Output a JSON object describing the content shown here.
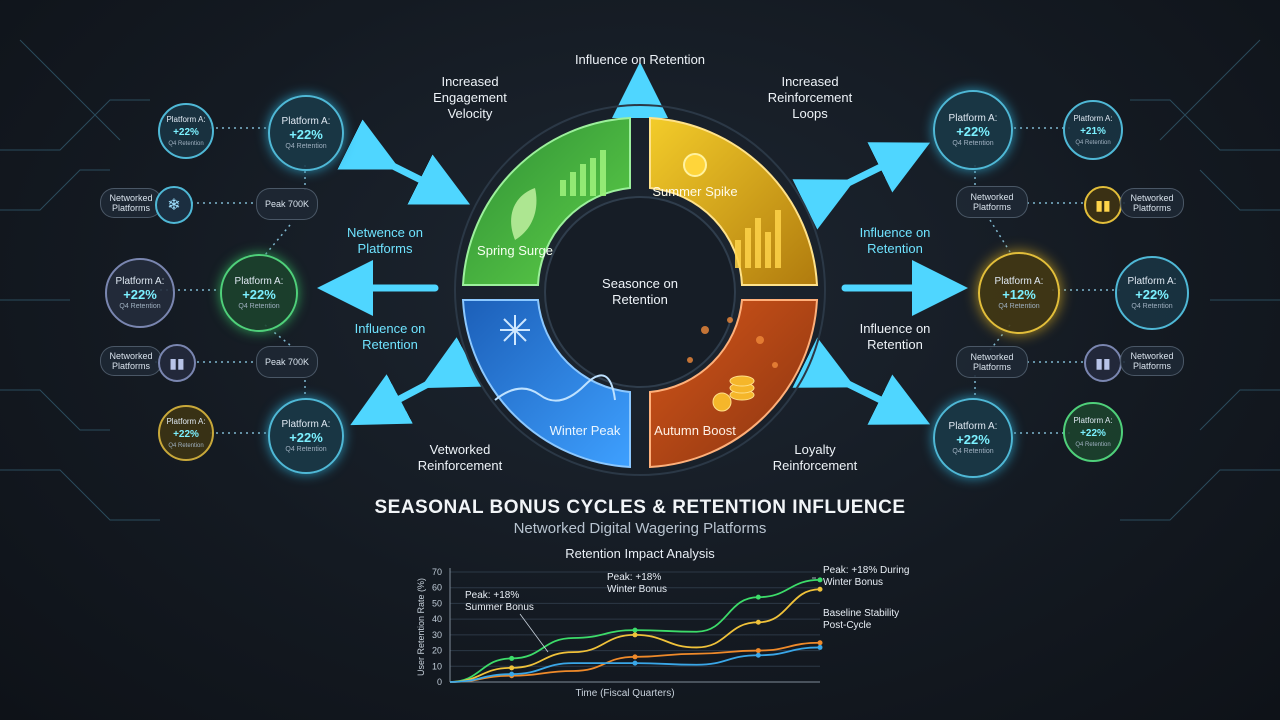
{
  "center": {
    "label": "Seasonce on Retention"
  },
  "segments": {
    "spring": "Spring Surge",
    "summer": "Summer Spike",
    "winter": "Winter Peak",
    "autumn": "Autumn Boost"
  },
  "labels": {
    "top": "Influence on Retention",
    "engagement": "Increased Engagement Velocity",
    "reinforcement_loops": "Increased Reinforcement Loops",
    "networked_reinforcement": "Vetworked Reinforcement",
    "loyalty": "Loyalty Reinforcement",
    "left_mid_upper": "Netwence on Platforms",
    "left_mid_lower": "Influence on Retention",
    "right_mid_upper": "Influence on Retention",
    "right_mid_lower": "Influence on Retention"
  },
  "left_nodes": [
    {
      "title": "Platform A:",
      "value": "+22%",
      "sub": "Q4 Retention"
    },
    {
      "title": "Platform A:",
      "value": "+22%",
      "sub": "Q4 Retention"
    },
    {
      "title": "Platform A:",
      "value": "+22%",
      "sub": "Q4 Retention"
    },
    {
      "title": "Platform A:",
      "value": "+22%",
      "sub": "Q4 Retention"
    },
    {
      "title": "Platform A:",
      "value": "+22%",
      "sub": "Q4 Retention"
    },
    {
      "title": "Platform A:",
      "value": "+22%",
      "sub": "Q4 Retention"
    }
  ],
  "left_pills": [
    {
      "text": "Networked Platforms"
    },
    {
      "text": "Peak 700K"
    },
    {
      "text": "Networked Platforms"
    },
    {
      "text": "Peak 700K"
    }
  ],
  "right_nodes": [
    {
      "title": "Platform A:",
      "value": "+22%",
      "sub": "Q4 Retention"
    },
    {
      "title": "Platform A:",
      "value": "+21%",
      "sub": "Q4 Retention"
    },
    {
      "title": "Platform A:",
      "value": "+12%",
      "sub": "Q4 Retention"
    },
    {
      "title": "Platform A:",
      "value": "+22%",
      "sub": "Q4 Retention"
    },
    {
      "title": "Platform A:",
      "value": "+22%",
      "sub": "Q4 Retention"
    },
    {
      "title": "Platform A:",
      "value": "+22%",
      "sub": "Q4 Retention"
    }
  ],
  "right_pills": [
    {
      "text": "Networked Platforms"
    },
    {
      "text": "Networked Platforms"
    },
    {
      "text": "Networked Platforms"
    },
    {
      "text": "Networked Platforms"
    }
  ],
  "heading": {
    "title": "SEASONAL BONUS CYCLES & RETENTION INFLUENCE",
    "subtitle": "Networked Digital Wagering Platforms"
  },
  "colors": {
    "spring": "#3fbf4a",
    "summer": "#e8b21c",
    "winter": "#2a78d8",
    "autumn": "#e2661c",
    "accent": "#4fd6ff"
  },
  "chart_data": {
    "type": "line",
    "title": "Retention Impact Analysis",
    "xlabel": "Time (Fiscal Quarters)",
    "ylabel": "User Retention Rate (%)",
    "ylim": [
      0,
      70
    ],
    "yticks": [
      0,
      10,
      20,
      30,
      40,
      50,
      60,
      70
    ],
    "x": [
      0,
      1,
      2,
      3,
      4,
      5,
      6
    ],
    "series": [
      {
        "color": "#3ddc6a",
        "values": [
          0,
          15,
          28,
          33,
          32,
          54,
          65
        ]
      },
      {
        "color": "#f0c23a",
        "values": [
          0,
          9,
          19,
          30,
          22,
          38,
          59
        ]
      },
      {
        "color": "#ef8a2a",
        "values": [
          0,
          4,
          7,
          16,
          18,
          20,
          25
        ]
      },
      {
        "color": "#3aa7e8",
        "values": [
          0,
          5,
          12,
          12,
          11,
          17,
          22
        ]
      }
    ],
    "annotations": [
      {
        "text": "Peak: +18% Summer Bonus",
        "x": 1.5,
        "y": 4
      },
      {
        "text": "Peak: +18% Winter Bonus",
        "x": 2.5,
        "y": 28
      },
      {
        "text": "Peak: +18% During Winter Bonus",
        "x": 6,
        "y": 65
      },
      {
        "text": "Baseline Stability Post-Cycle",
        "x": 6,
        "y": 22
      }
    ]
  }
}
